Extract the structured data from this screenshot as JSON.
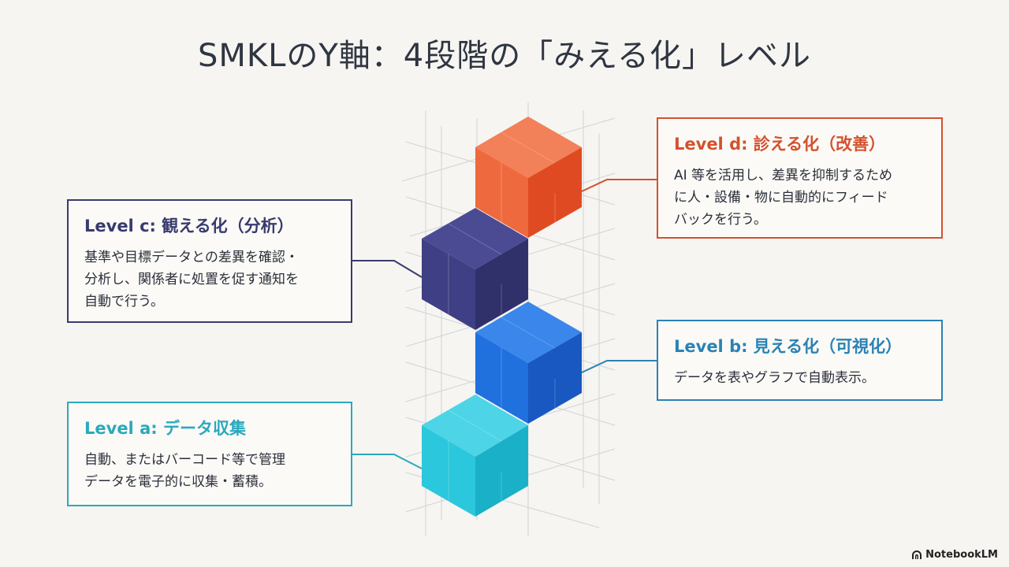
{
  "title": "SMKLのY軸：4段階の「みえる化」レベル",
  "levels": {
    "d": {
      "heading": "Level d: 診える化（改善）",
      "body": "AI 等を活用し、差異を抑制するため\nに人・設備・物に自動的にフィード\nバックを行う。",
      "color": "#d4512e"
    },
    "c": {
      "heading": "Level c: 観える化（分析）",
      "body": "基準や目標データとの差異を確認・\n分析し、関係者に処置を促す通知を\n自動で行う。",
      "color": "#383b6e"
    },
    "b": {
      "heading": "Level b: 見える化（可視化）",
      "body": "データを表やグラフで自動表示。",
      "color": "#2a82b6"
    },
    "a": {
      "heading": "Level a: データ収集",
      "body": "自動、またはバーコード等で管理\nデータを電子的に収集・蓄積。",
      "color": "#2aa9bd"
    }
  },
  "cube_colors": {
    "d": {
      "front": "#ee6a3e",
      "side": "#e04a22",
      "top": "#f28059"
    },
    "c": {
      "front": "#3f3f85",
      "side": "#30306a",
      "top": "#4b4b94"
    },
    "b": {
      "front": "#2070de",
      "side": "#1858c0",
      "top": "#3a86ea"
    },
    "a": {
      "front": "#2bc7dc",
      "side": "#1ab0c8",
      "top": "#4dd4e6"
    }
  },
  "branding": "NotebookLM"
}
